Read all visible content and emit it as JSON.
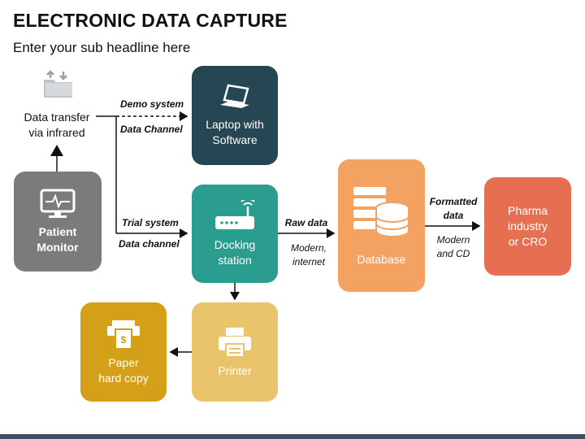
{
  "header": {
    "title": "ELECTRONIC DATA CAPTURE",
    "subtitle": "Enter your sub headline here"
  },
  "nodes": {
    "data_transfer": {
      "label_line1": "Data transfer",
      "label_line2": "via infrared",
      "icon": "folder-transfer-icon"
    },
    "patient_monitor": {
      "label_line1": "Patient",
      "label_line2": "Monitor",
      "color": "#7b7b7b",
      "icon": "monitor-heartbeat-icon"
    },
    "laptop": {
      "label_line1": "Laptop with",
      "label_line2": "Software",
      "color": "#264653",
      "icon": "laptop-icon"
    },
    "docking": {
      "label_line1": "Docking",
      "label_line2": "station",
      "color": "#2a9d8f",
      "icon": "router-icon"
    },
    "printer": {
      "label": "Printer",
      "color": "#e9c46a",
      "icon": "printer-icon"
    },
    "paper": {
      "label_line1": "Paper",
      "label_line2": "hard copy",
      "color": "#d4a017",
      "icon": "paper-money-icon"
    },
    "database": {
      "label": "Database",
      "color": "#f4a261",
      "icon": "server-database-icon"
    },
    "pharma": {
      "label_line1": "Pharma",
      "label_line2": "industry",
      "label_line3": "or CRO",
      "color": "#e76f51"
    }
  },
  "edges": {
    "demo_system": "Demo system",
    "data_channel_demo": "Data Channel",
    "trial_system": "Trial system",
    "data_channel_trial": "Data channel",
    "raw_data": "Raw data",
    "modern_internet_1": "Modern,",
    "modern_internet_2": "internet",
    "formatted_data_1": "Formatted",
    "formatted_data_2": "data",
    "modern_cd_1": "Modern",
    "modern_cd_2": "and CD"
  }
}
